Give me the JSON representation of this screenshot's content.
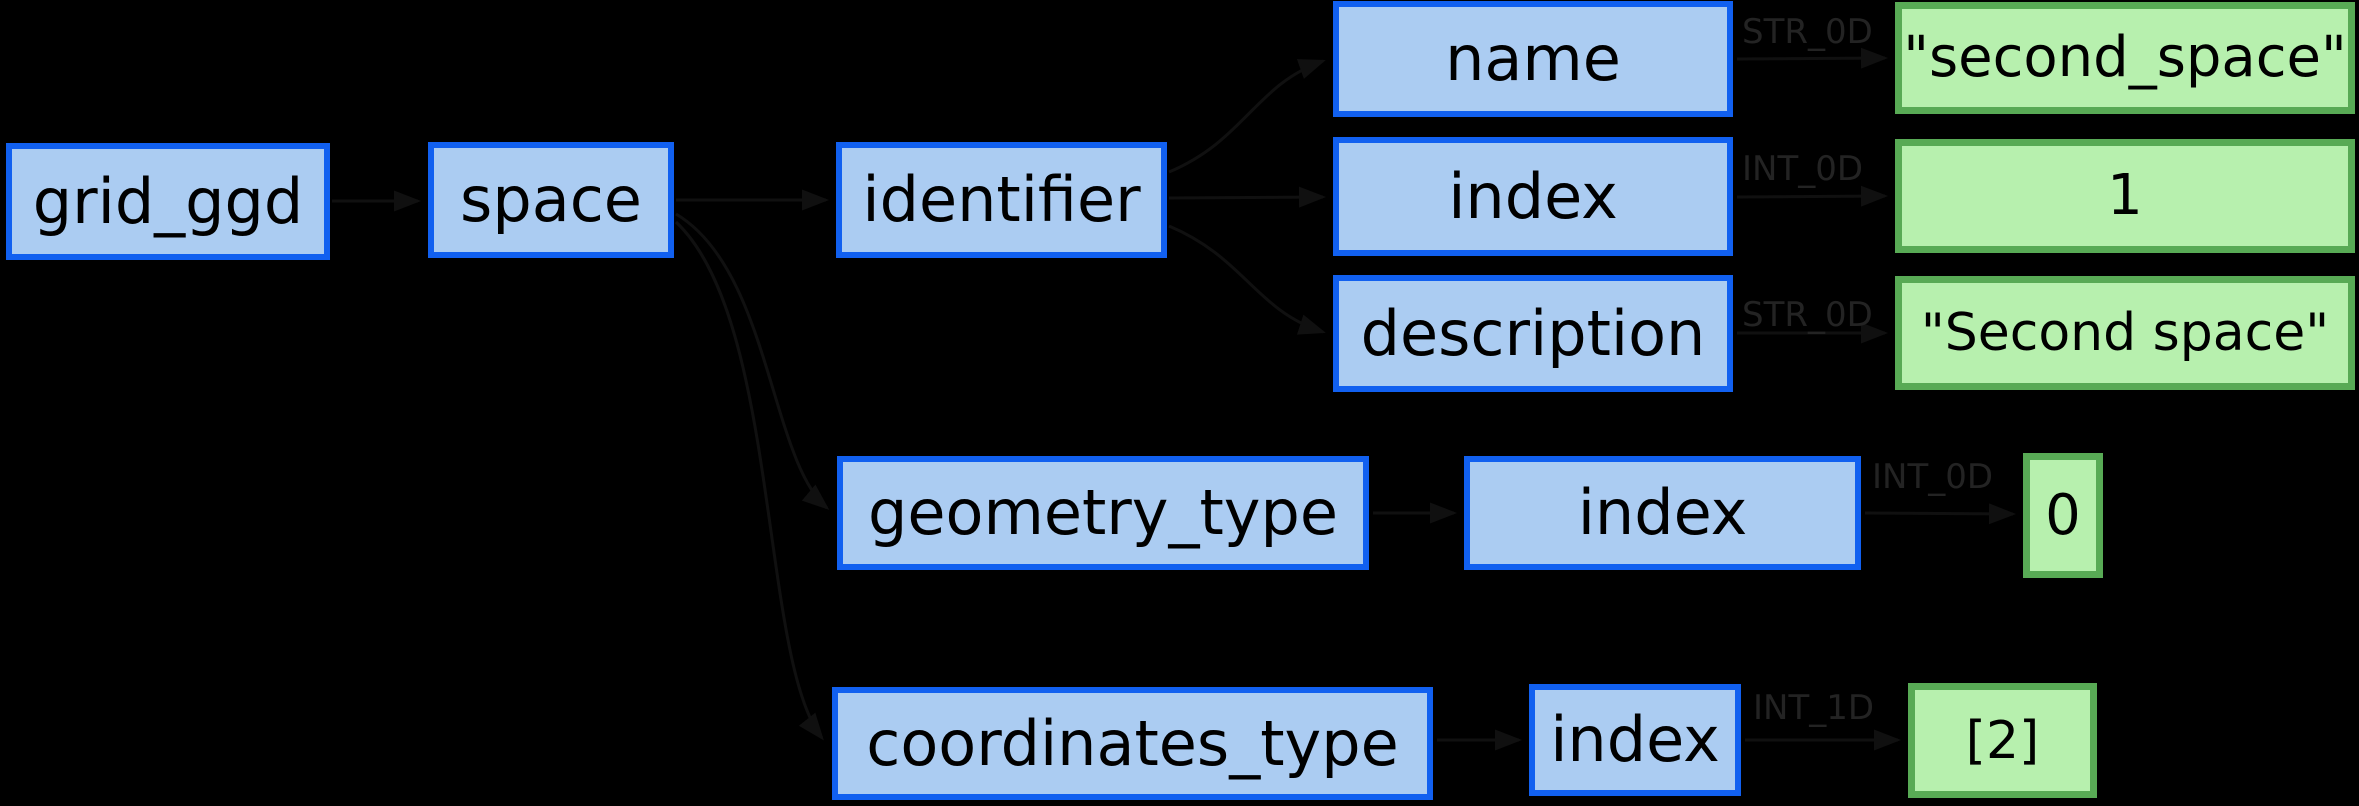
{
  "diagram": {
    "nodes": {
      "grid_ggd": {
        "label": "grid_ggd"
      },
      "space": {
        "label": "space"
      },
      "identifier": {
        "label": "identifier"
      },
      "name": {
        "label": "name"
      },
      "index_identifier": {
        "label": "index"
      },
      "description": {
        "label": "description"
      },
      "geometry_type": {
        "label": "geometry_type"
      },
      "index_geometry": {
        "label": "index"
      },
      "coordinates_type": {
        "label": "coordinates_type"
      },
      "index_coordinates": {
        "label": "index"
      }
    },
    "values": {
      "name_value": {
        "text": "\"second_space\""
      },
      "index_value": {
        "text": "1"
      },
      "description_value": {
        "text": "\"Second space\""
      },
      "geometry_index_value": {
        "text": "0"
      },
      "coordinates_index_value": {
        "text": "[2]"
      }
    },
    "edge_type_labels": {
      "name_type": "STR_0D",
      "index_type": "INT_0D",
      "description_type": "STR_0D",
      "geometry_index_type": "INT_0D",
      "coordinates_index_type": "INT_1D"
    },
    "colors": {
      "background": "#000000",
      "node_fill": "#abccf2",
      "node_border": "#1160f0",
      "value_fill": "#b7f0ae",
      "value_border": "#58aa55",
      "edge_label": "#232323",
      "edge_line": "#101010",
      "text": "#000000"
    }
  }
}
